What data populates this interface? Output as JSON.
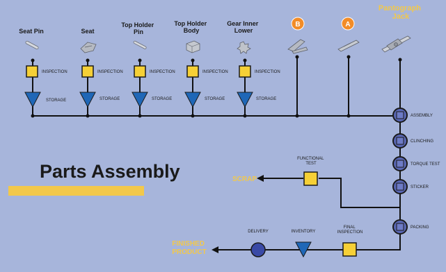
{
  "title": "Parts Assembly",
  "parts": [
    {
      "name": "Seat Pin",
      "icon": "pin-icon"
    },
    {
      "name": "Seat",
      "icon": "seat-icon"
    },
    {
      "name": "Top Holder Pin",
      "icon": "pin-icon"
    },
    {
      "name": "Top Holder Body",
      "icon": "body-block-icon"
    },
    {
      "name": "Gear Inner Lower",
      "icon": "gear-icon"
    }
  ],
  "sub_assemblies": [
    {
      "label": "B",
      "icon": "subassembly-b-icon"
    },
    {
      "label": "A",
      "icon": "subassembly-a-icon"
    }
  ],
  "final_product": {
    "name": "Pantograph Jack",
    "icon": "pantograph-jack-icon"
  },
  "inspection_label": "INSPECTION",
  "storage_label": "STORAGE",
  "assembly_steps": [
    "ASSEMBLY",
    "CLINCHING",
    "TORQUE TEST",
    "STICKER",
    "PACKING"
  ],
  "functional_test": "FUNCTIONAL TEST",
  "scrap": "SCRAP",
  "bottom_flow": [
    "DELIVERY",
    "INVENTORY",
    "FINAL INSPECTION"
  ],
  "finished_product": "FINISHED PRODUCT",
  "colors": {
    "background": "#a7b5db",
    "inspection": "#f6d036",
    "storage": "#1f67b7",
    "operation": "#5967b4",
    "badge": "#f28c28",
    "accent_yellow": "#f2c84b"
  }
}
